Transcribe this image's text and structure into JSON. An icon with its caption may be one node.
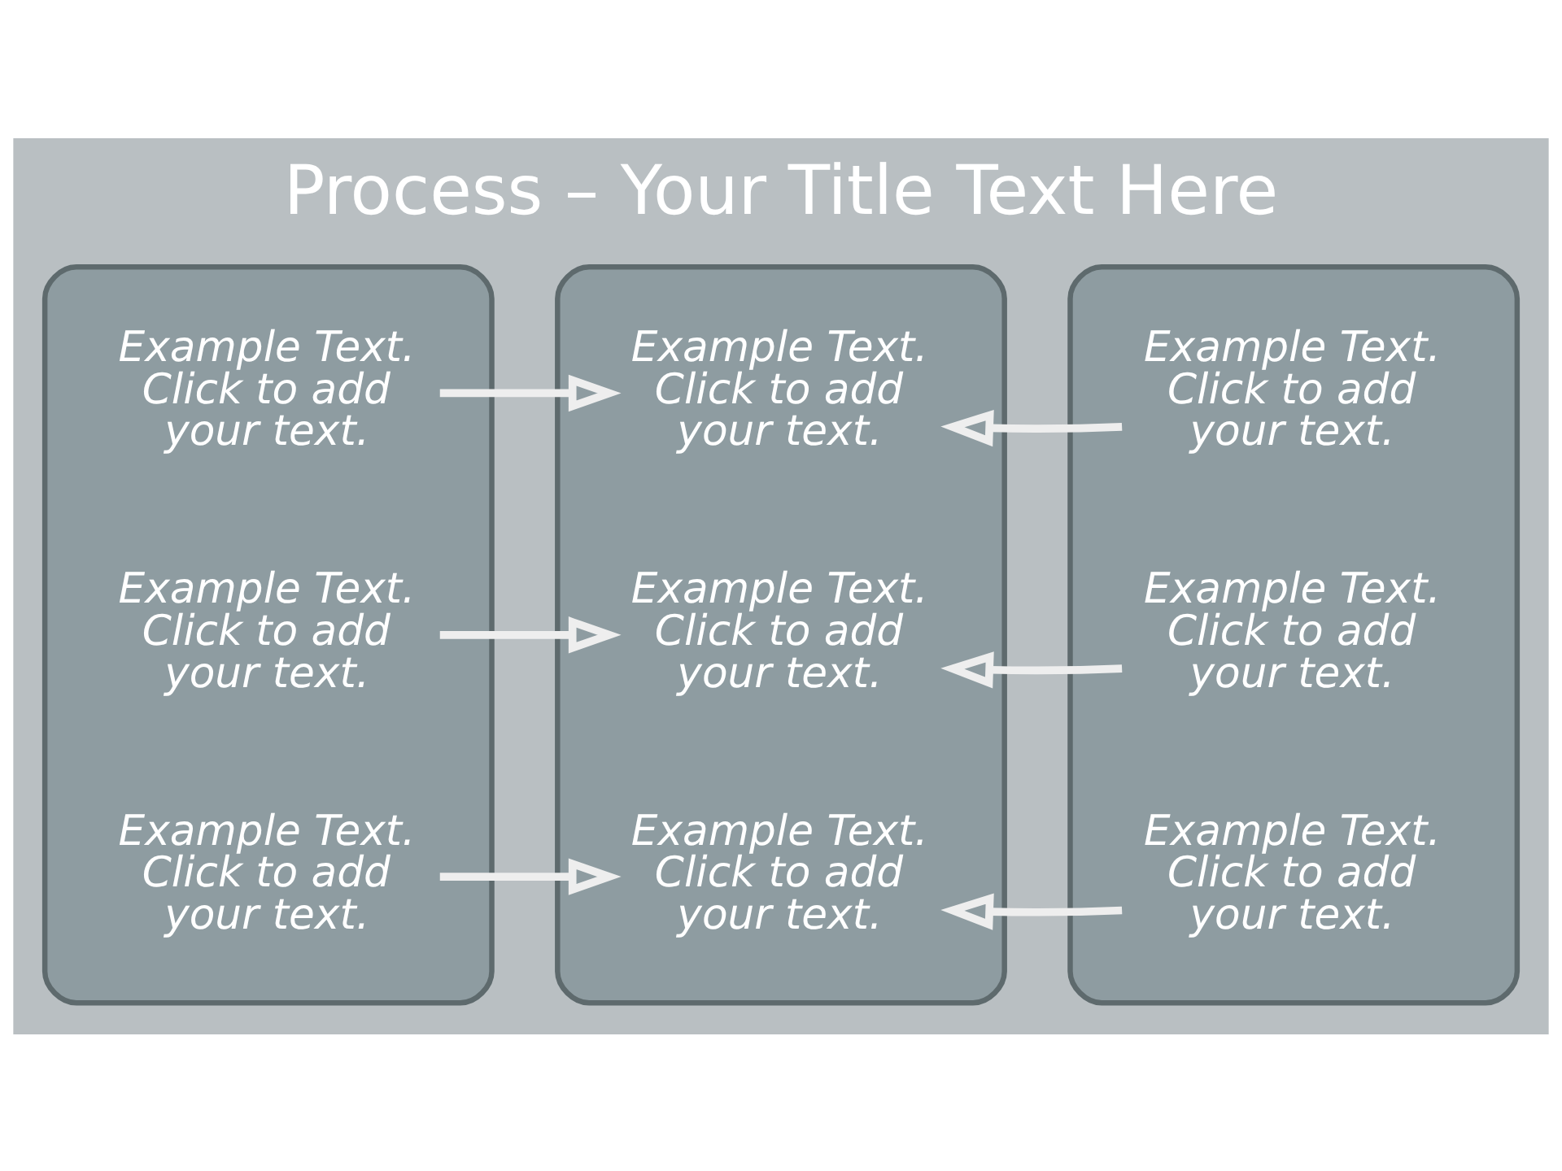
{
  "diagram": {
    "title": "Process – Your Title Text Here",
    "nodes": [
      {
        "text": [],
        "shape": "box"
      },
      {
        "text": [
          "Example Text. Click to add your text."
        ],
        "in": 0
      },
      {
        "text": [
          "Example Text. Click to add your text."
        ],
        "in": 0
      },
      {
        "text": [
          "Example Text. Click to add your text."
        ],
        "in": 0
      },
      {
        "text": [],
        "shape": "box"
      },
      {
        "text": [
          "Example Text. Click to add your text."
        ],
        "in": 4
      },
      {
        "text": [
          "Example Text. Click to add your text."
        ],
        "in": 4
      },
      {
        "text": [
          "Example Text. Click to add your text."
        ],
        "in": 4
      },
      {
        "text": [],
        "shape": "box"
      },
      {
        "text": [
          "Example Text. Click to add your text."
        ],
        "in": 8
      },
      {
        "text": [
          "Example Text. Click to add your text."
        ],
        "in": 8
      },
      {
        "text": [
          "Example Text. Click to add your text."
        ],
        "in": 8
      }
    ],
    "edges": [
      {
        "from": 1,
        "to": 5,
        "arrow": "to"
      },
      {
        "from": 2,
        "to": 6,
        "arrow": "to"
      },
      {
        "from": 3,
        "to": 7,
        "arrow": "to"
      },
      {
        "from": 9,
        "to": 5,
        "arrow": "to"
      },
      {
        "from": 10,
        "to": 6,
        "arrow": "to"
      },
      {
        "from": 11,
        "to": 7,
        "arrow": "to"
      }
    ]
  }
}
